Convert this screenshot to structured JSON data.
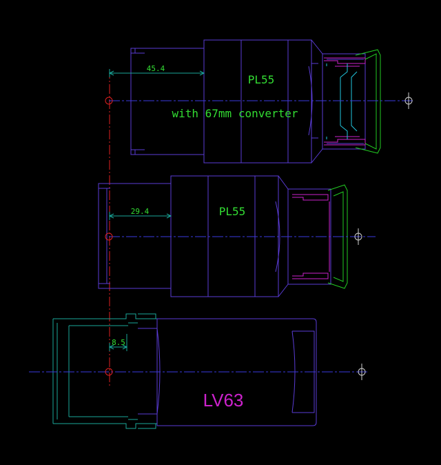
{
  "colors": {
    "background": "#000000",
    "body_outline": "#5a3cd6",
    "centerline": "#3a3ae0",
    "red_datum": "#e02020",
    "teal": "#1aa89a",
    "magenta": "#cc22cc",
    "green": "#22cc22",
    "cyan": "#22c8e0"
  },
  "lens_pl55_converter": {
    "name_label": "PL55",
    "note": "with 67mm converter",
    "dimension": "45.4"
  },
  "lens_pl55": {
    "name_label": "PL55",
    "dimension": "29.4"
  },
  "lens_lv63": {
    "name_label": "LV63",
    "dimension": "8.5"
  }
}
